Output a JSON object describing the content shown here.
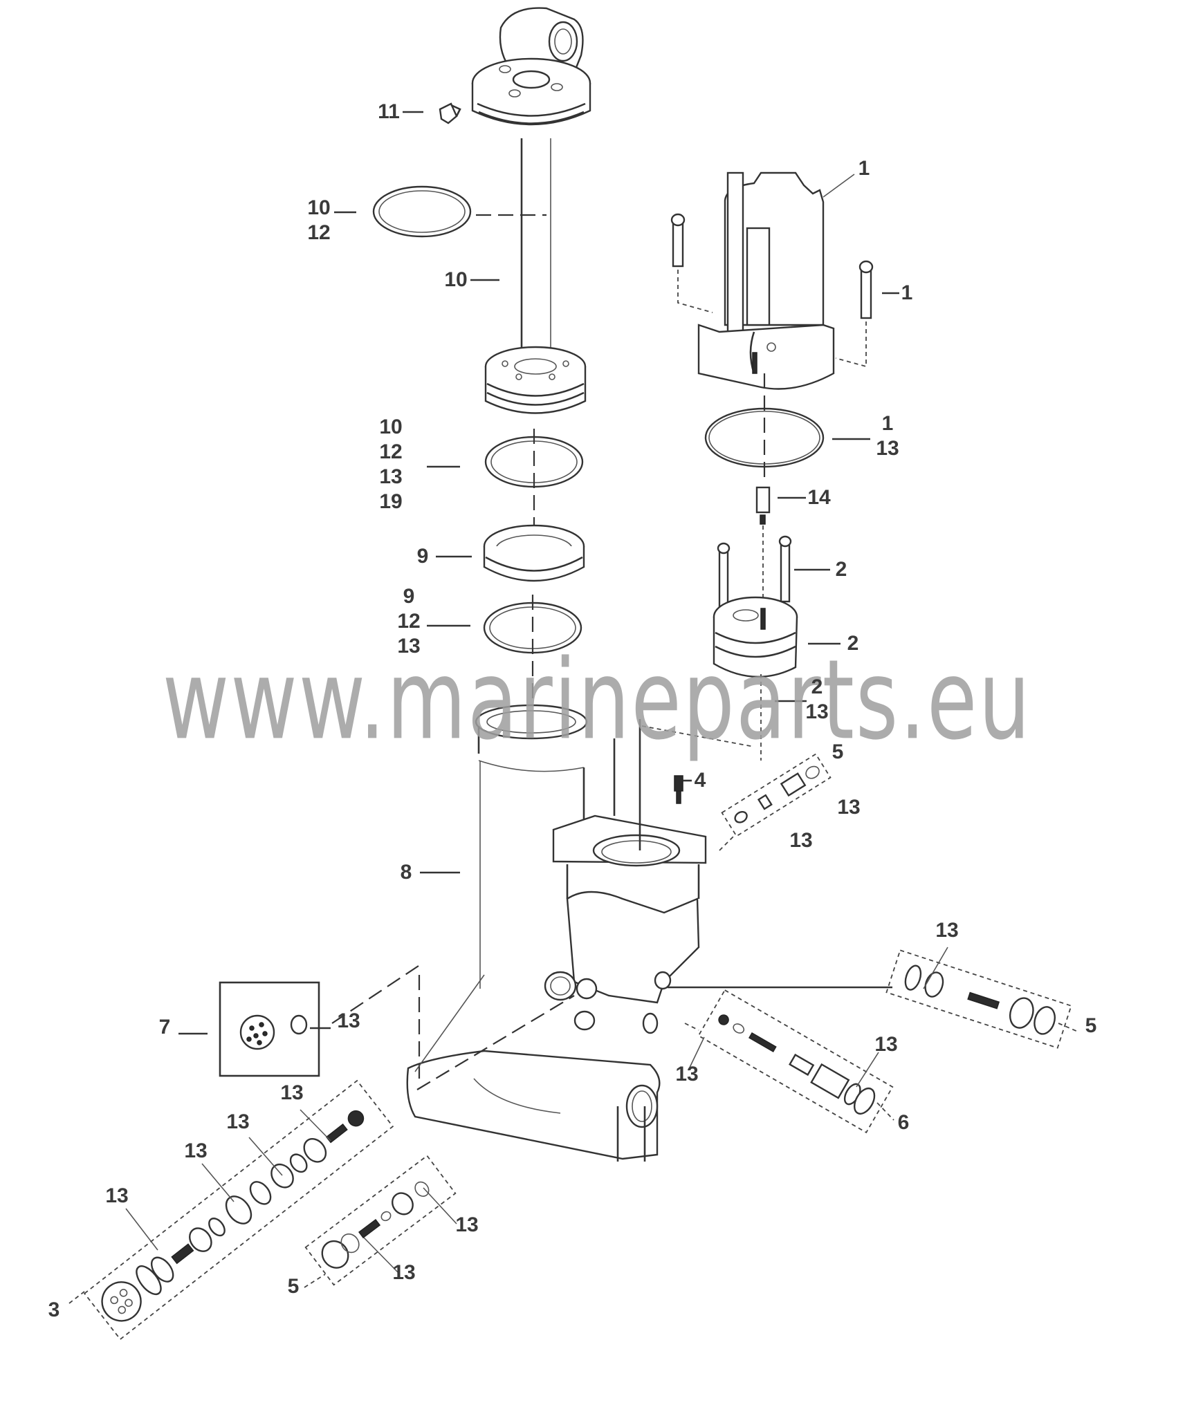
{
  "diagram": {
    "type": "exploded-parts-diagram",
    "subject": "Power trim / tilt cylinder assembly",
    "watermark": "www.marineparts.eu",
    "colors": {
      "line": "#333333",
      "watermark": "#9e9e9e",
      "background": "#ffffff"
    }
  },
  "callouts": [
    {
      "id": "c11",
      "text": "11",
      "part": "bleed screw"
    },
    {
      "id": "c10a",
      "text": "10\n12",
      "part": "upper o-ring"
    },
    {
      "id": "c10b",
      "text": "10",
      "part": "trim ram shaft"
    },
    {
      "id": "c1a",
      "text": "1",
      "part": "pump motor"
    },
    {
      "id": "c1b",
      "text": "1",
      "part": "motor screw"
    },
    {
      "id": "c10c",
      "text": "10\n12\n13\n19",
      "part": "piston o-ring"
    },
    {
      "id": "c1c",
      "text": "1\n13",
      "part": "motor o-ring"
    },
    {
      "id": "c14",
      "text": "14",
      "part": "coupler"
    },
    {
      "id": "c9a",
      "text": "9",
      "part": "cylinder cap"
    },
    {
      "id": "c2a",
      "text": "2",
      "part": "pump screw"
    },
    {
      "id": "c9b",
      "text": "9\n12\n13",
      "part": "cap o-ring"
    },
    {
      "id": "c2b",
      "text": "2",
      "part": "pump body"
    },
    {
      "id": "c2c",
      "text": "2\n13",
      "part": "filter/o-ring"
    },
    {
      "id": "c5a",
      "text": "5",
      "part": "valve kit"
    },
    {
      "id": "c4",
      "text": "4",
      "part": "screw"
    },
    {
      "id": "c13a",
      "text": "13",
      "part": "o-ring"
    },
    {
      "id": "c13b",
      "text": "13",
      "part": "o-ring"
    },
    {
      "id": "c8",
      "text": "8",
      "part": "manifold / cylinder housing"
    },
    {
      "id": "c13c",
      "text": "13",
      "part": "o-ring"
    },
    {
      "id": "c7",
      "text": "7",
      "part": "filter kit"
    },
    {
      "id": "c13d",
      "text": "13",
      "part": "o-ring"
    },
    {
      "id": "c5b",
      "text": "5",
      "part": "valve kit"
    },
    {
      "id": "c13e",
      "text": "13",
      "part": "o-ring"
    },
    {
      "id": "c13f",
      "text": "13",
      "part": "o-ring"
    },
    {
      "id": "c6",
      "text": "6",
      "part": "manual release valve kit"
    },
    {
      "id": "c13g",
      "text": "13",
      "part": "o-ring"
    },
    {
      "id": "c13h",
      "text": "13",
      "part": "o-ring"
    },
    {
      "id": "c13i",
      "text": "13",
      "part": "o-ring"
    },
    {
      "id": "c13j",
      "text": "13",
      "part": "o-ring"
    },
    {
      "id": "c3",
      "text": "3",
      "part": "shuttle valve kit"
    },
    {
      "id": "c13k",
      "text": "13",
      "part": "o-ring"
    },
    {
      "id": "c13l",
      "text": "13",
      "part": "o-ring"
    },
    {
      "id": "c5c",
      "text": "5",
      "part": "valve kit"
    }
  ]
}
